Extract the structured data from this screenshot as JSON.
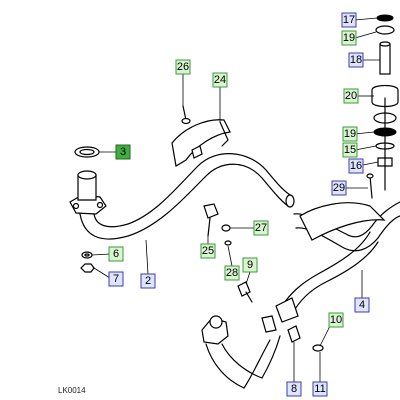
{
  "diagram_code": "LK0014",
  "callouts": [
    {
      "id": "c17",
      "label": "17",
      "style": "blue"
    },
    {
      "id": "c19a",
      "label": "19",
      "style": "green"
    },
    {
      "id": "c18",
      "label": "18",
      "style": "blue"
    },
    {
      "id": "c20",
      "label": "20",
      "style": "green"
    },
    {
      "id": "c19b",
      "label": "19",
      "style": "green"
    },
    {
      "id": "c15",
      "label": "15",
      "style": "green"
    },
    {
      "id": "c16",
      "label": "16",
      "style": "blue"
    },
    {
      "id": "c29",
      "label": "29",
      "style": "blue"
    },
    {
      "id": "c26",
      "label": "26",
      "style": "green"
    },
    {
      "id": "c24",
      "label": "24",
      "style": "green"
    },
    {
      "id": "c3",
      "label": "3",
      "style": "green-solid"
    },
    {
      "id": "c6",
      "label": "6",
      "style": "green"
    },
    {
      "id": "c7",
      "label": "7",
      "style": "blue"
    },
    {
      "id": "c2",
      "label": "2",
      "style": "blue"
    },
    {
      "id": "c25",
      "label": "25",
      "style": "green"
    },
    {
      "id": "c27",
      "label": "27",
      "style": "green"
    },
    {
      "id": "c28",
      "label": "28",
      "style": "green"
    },
    {
      "id": "c9",
      "label": "9",
      "style": "green"
    },
    {
      "id": "c4",
      "label": "4",
      "style": "blue"
    },
    {
      "id": "c10",
      "label": "10",
      "style": "green"
    },
    {
      "id": "c8",
      "label": "8",
      "style": "blue"
    },
    {
      "id": "c11",
      "label": "11",
      "style": "blue"
    }
  ]
}
